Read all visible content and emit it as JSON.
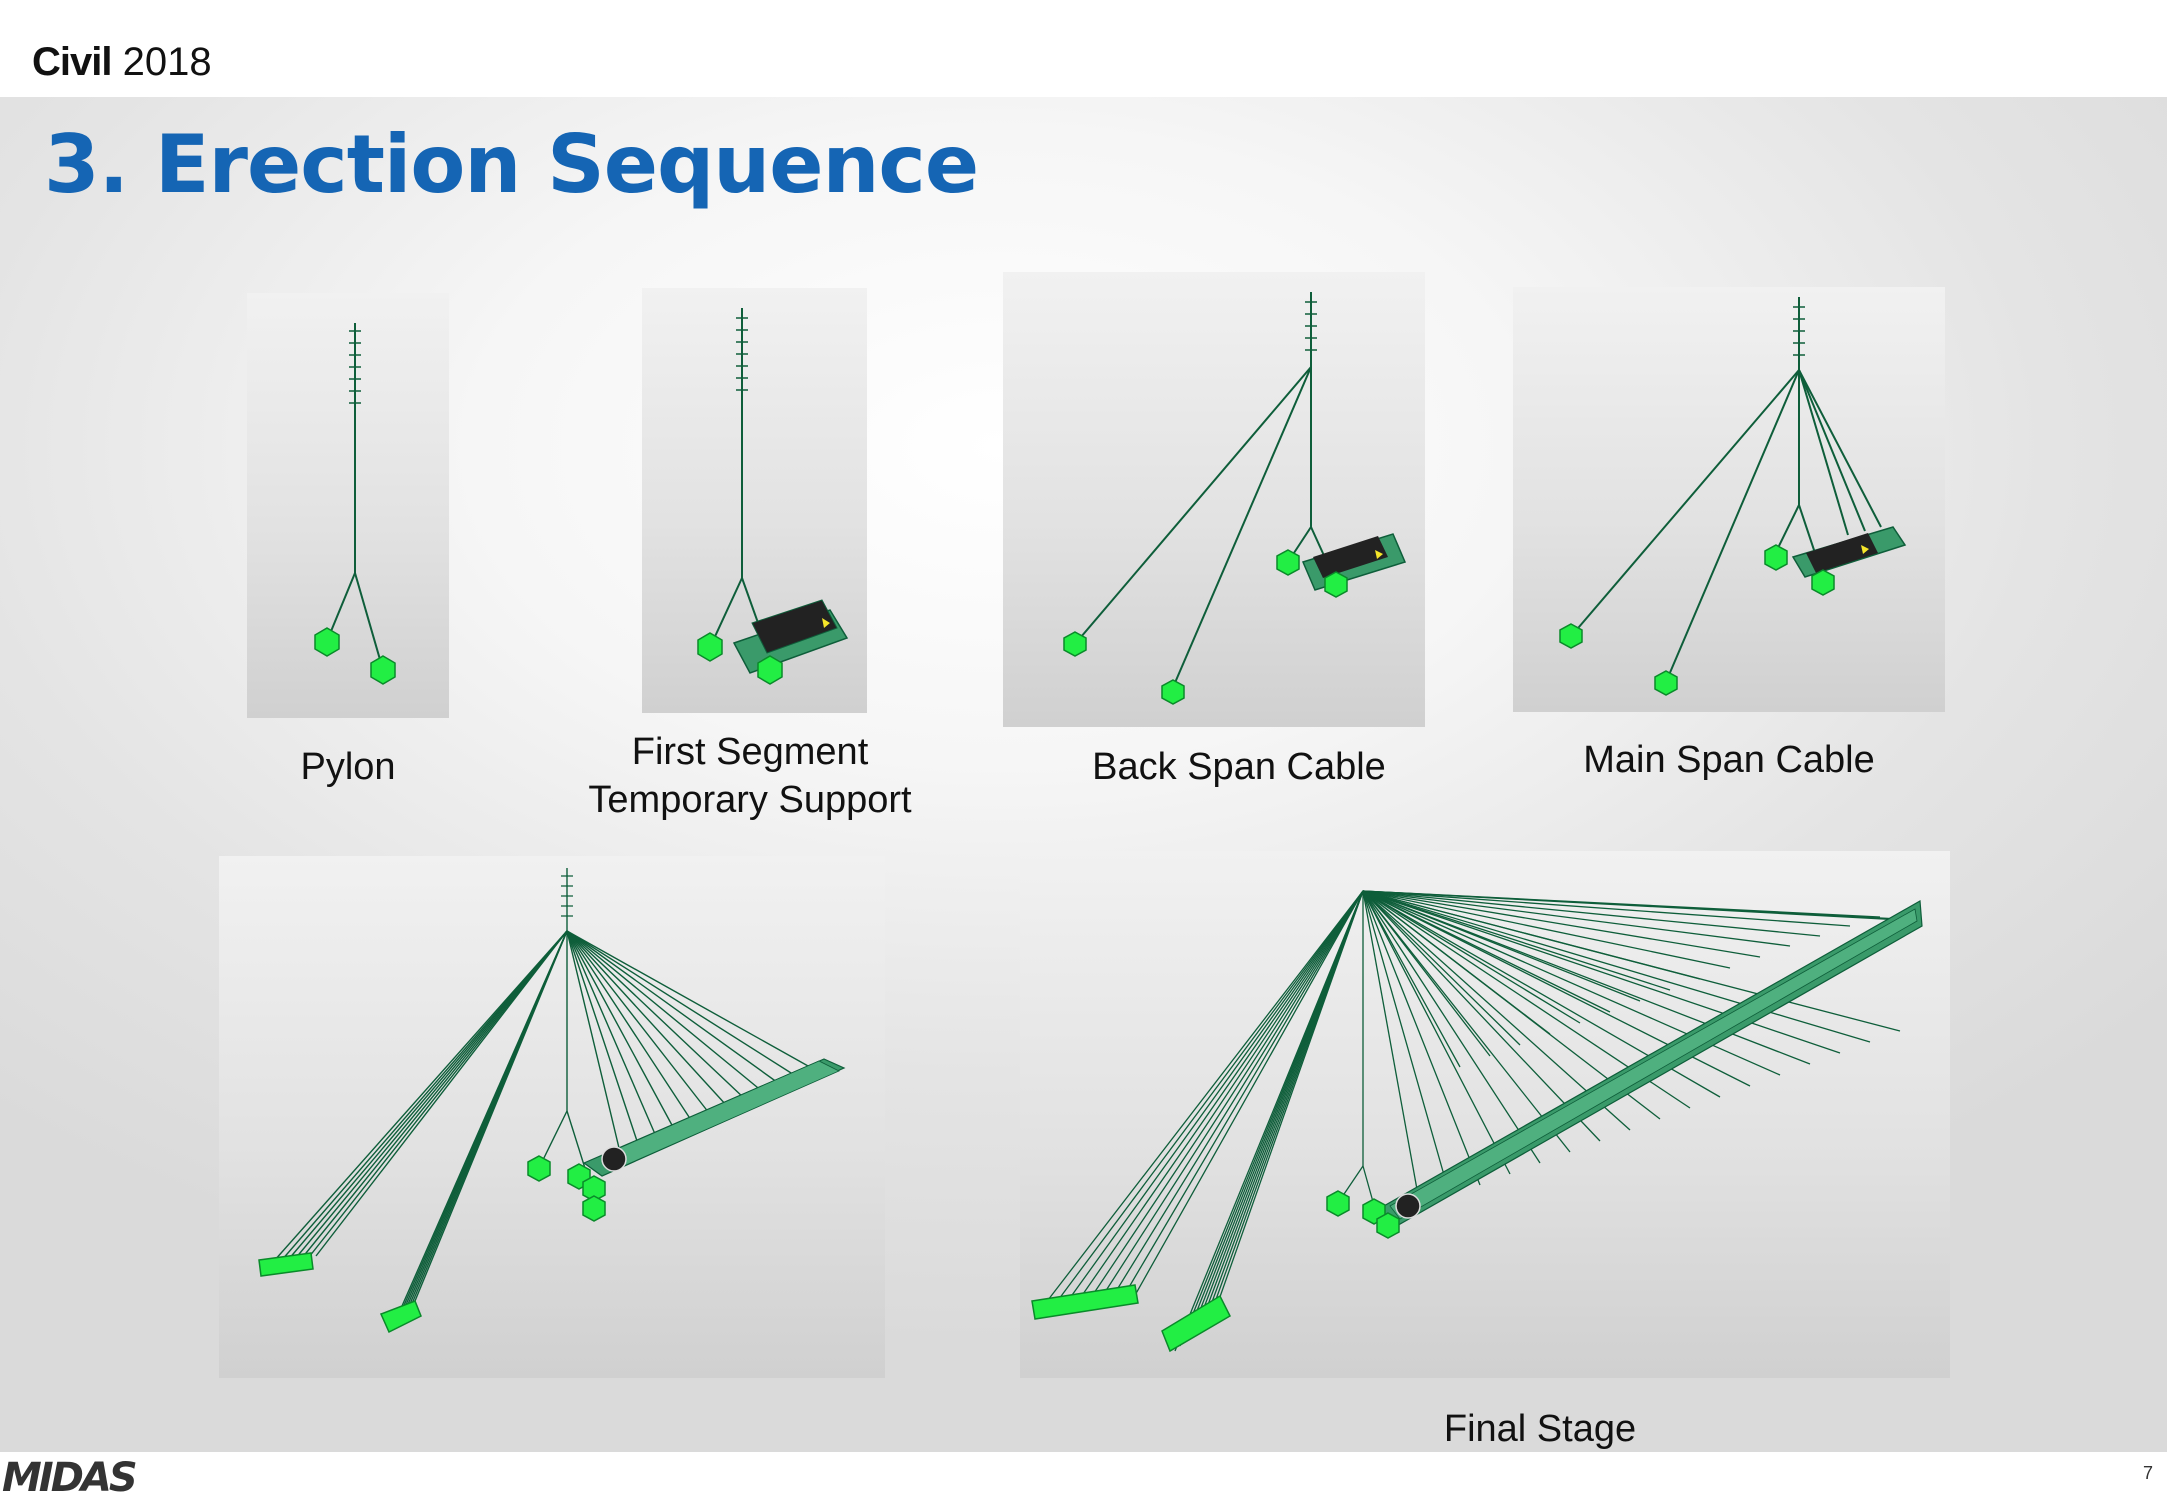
{
  "header": {
    "brand_bold": "Civil",
    "brand_year": "2018"
  },
  "title": "3. Erection Sequence",
  "panels": {
    "pylon": {
      "caption": "Pylon"
    },
    "first_segment": {
      "caption_line1": "First Segment",
      "caption_line2": "Temporary Support"
    },
    "back_span": {
      "caption": "Back Span Cable"
    },
    "main_span": {
      "caption": "Main Span Cable"
    },
    "intermediate": {
      "caption": ""
    },
    "final": {
      "caption": "Final Stage"
    }
  },
  "colors": {
    "title": "#1565b4",
    "structure": "#0e5e3a",
    "support": "#22ee44",
    "deck": "#3a9a6a"
  },
  "footer": {
    "logo": "MIDAS",
    "page": "7"
  }
}
